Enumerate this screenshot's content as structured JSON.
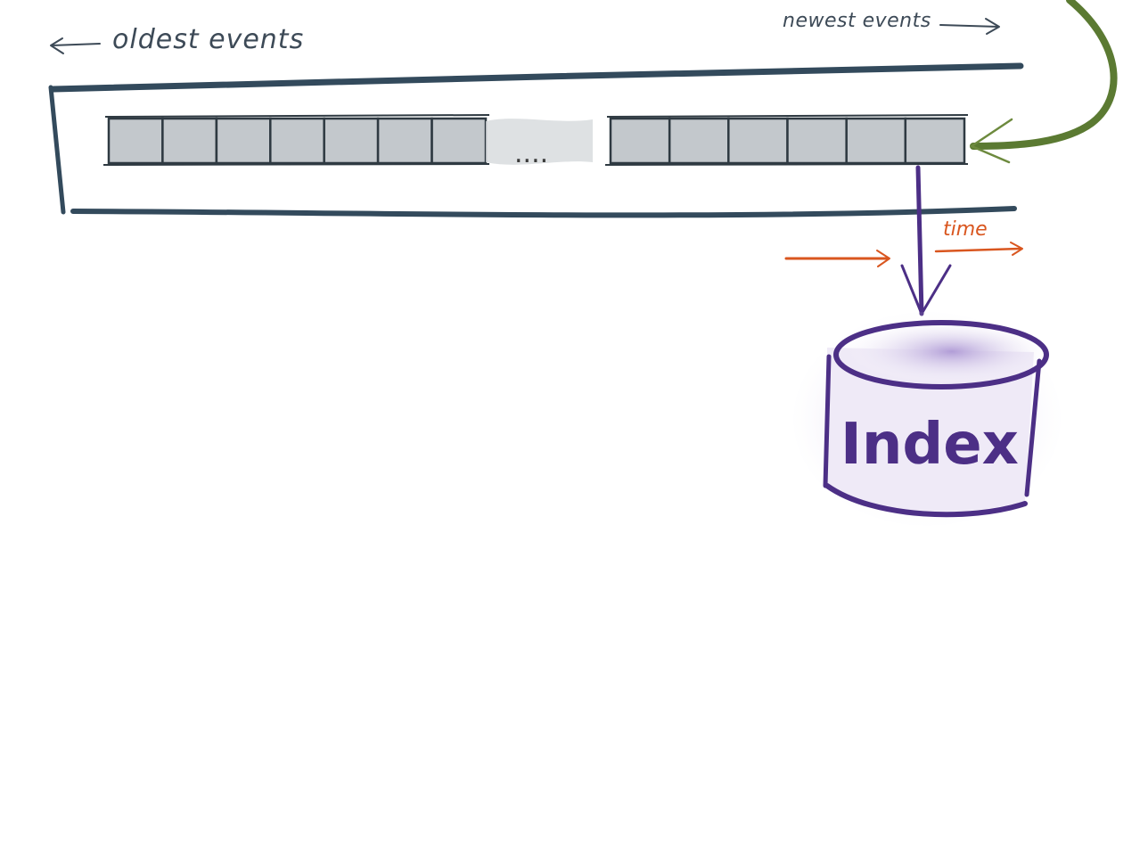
{
  "labels": {
    "oldest": "oldest events",
    "newest": "newest events",
    "time": "time",
    "index": "Index"
  },
  "log": {
    "left_cell_count": 7,
    "right_cell_count": 6,
    "gap_text": "...."
  },
  "colors": {
    "log_outline": "#334a5c",
    "cell_fill": "#c3c8cc",
    "incoming_arrow": "#5b7a32",
    "time_arrow": "#d9561f",
    "index_store": "#4c2f86"
  }
}
